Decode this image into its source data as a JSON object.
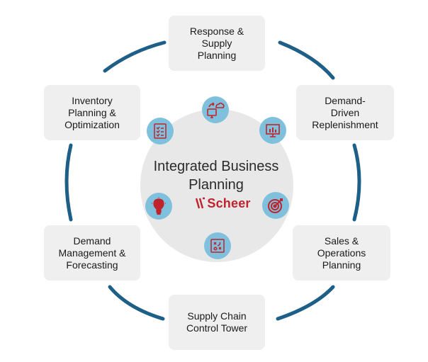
{
  "diagram": {
    "center": {
      "title": "Integrated Business\nPlanning",
      "brand": "Scheer"
    },
    "nodes": [
      {
        "id": "top",
        "label": "Response &\nSupply\nPlanning"
      },
      {
        "id": "top-right",
        "label": "Demand-\nDriven\nReplenishment"
      },
      {
        "id": "bottom-right",
        "label": "Sales &\nOperations\nPlanning"
      },
      {
        "id": "bottom",
        "label": "Supply Chain\nControl Tower"
      },
      {
        "id": "bottom-left",
        "label": "Demand\nManagement &\nForecasting"
      },
      {
        "id": "top-left",
        "label": "Inventory\nPlanning &\nOptimization"
      }
    ],
    "icons": [
      "cloud-sync-monitor-icon",
      "presentation-chart-icon",
      "target-icon",
      "strategy-board-icon",
      "lightbulb-icon",
      "checklist-icon"
    ],
    "colors": {
      "ring": "#1d5f86",
      "center_circle": "#e8e8e8",
      "box": "#efefef",
      "icon_bg": "#7fc1dc",
      "icon_fg": "#c0232c",
      "brand": "#c0232c"
    }
  }
}
